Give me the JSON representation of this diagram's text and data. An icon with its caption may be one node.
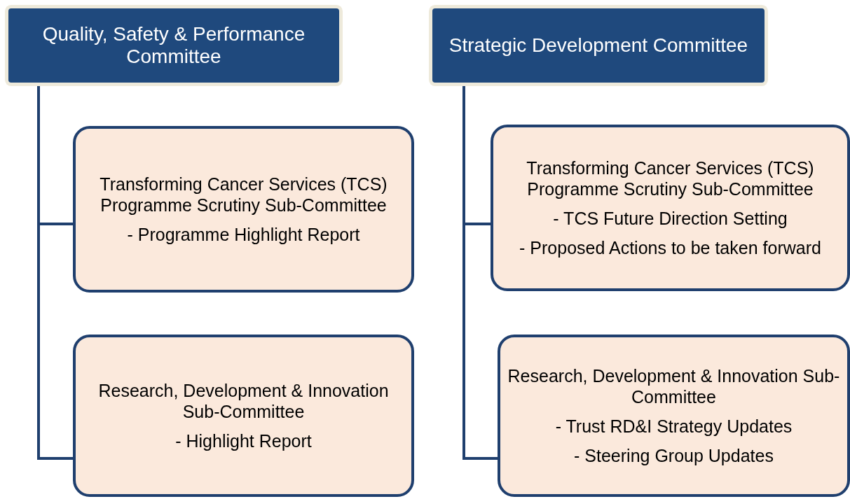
{
  "diagram": {
    "nodes": [
      {
        "text": [
          "Quality, Safety & Performance Committee"
        ]
      },
      {
        "text": [
          "Strategic Development Committee"
        ]
      },
      {
        "text": [
          "Transforming Cancer Services (TCS) Programme Scrutiny Sub-Committee",
          "- Programme Highlight Report"
        ]
      },
      {
        "text": [
          "Research, Development & Innovation Sub-Committee",
          "- Highlight Report"
        ]
      },
      {
        "text": [
          "Transforming Cancer Services (TCS) Programme Scrutiny Sub-Committee",
          "- TCS Future Direction Setting",
          "- Proposed Actions to be taken forward"
        ]
      },
      {
        "text": [
          "Research, Development & Innovation Sub-Committee",
          "- Trust RD&I Strategy Updates",
          "- Steering Group Updates"
        ]
      }
    ],
    "edges": [
      {
        "from": 0,
        "to": 2,
        "arrow": "none"
      },
      {
        "from": 0,
        "to": 3,
        "arrow": "none"
      },
      {
        "from": 1,
        "to": 4,
        "arrow": "none"
      },
      {
        "from": 1,
        "to": 5,
        "arrow": "none"
      }
    ]
  }
}
